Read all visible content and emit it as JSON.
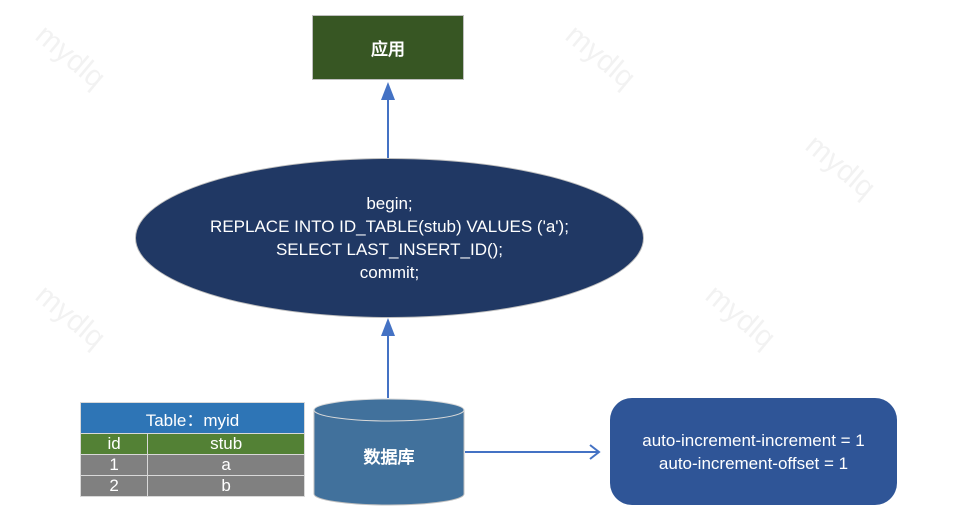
{
  "app_box": {
    "label": "应用"
  },
  "transaction": {
    "lines": [
      "begin;",
      "REPLACE INTO ID_TABLE(stub) VALUES ('a');",
      "SELECT LAST_INSERT_ID();",
      "commit;"
    ]
  },
  "table": {
    "title": "Table：myid",
    "columns": [
      "id",
      "stub"
    ],
    "rows": [
      [
        "1",
        "a"
      ],
      [
        "2",
        "b"
      ]
    ]
  },
  "database": {
    "label": "数据库"
  },
  "config": {
    "lines": [
      "auto-increment-increment = 1",
      "auto-increment-offset = 1"
    ]
  },
  "watermark": "mydlq",
  "colors": {
    "app": "#375623",
    "ellipse": "#203864",
    "database": "#41719c",
    "config": "#2f5597",
    "arrow": "#4472c4"
  }
}
